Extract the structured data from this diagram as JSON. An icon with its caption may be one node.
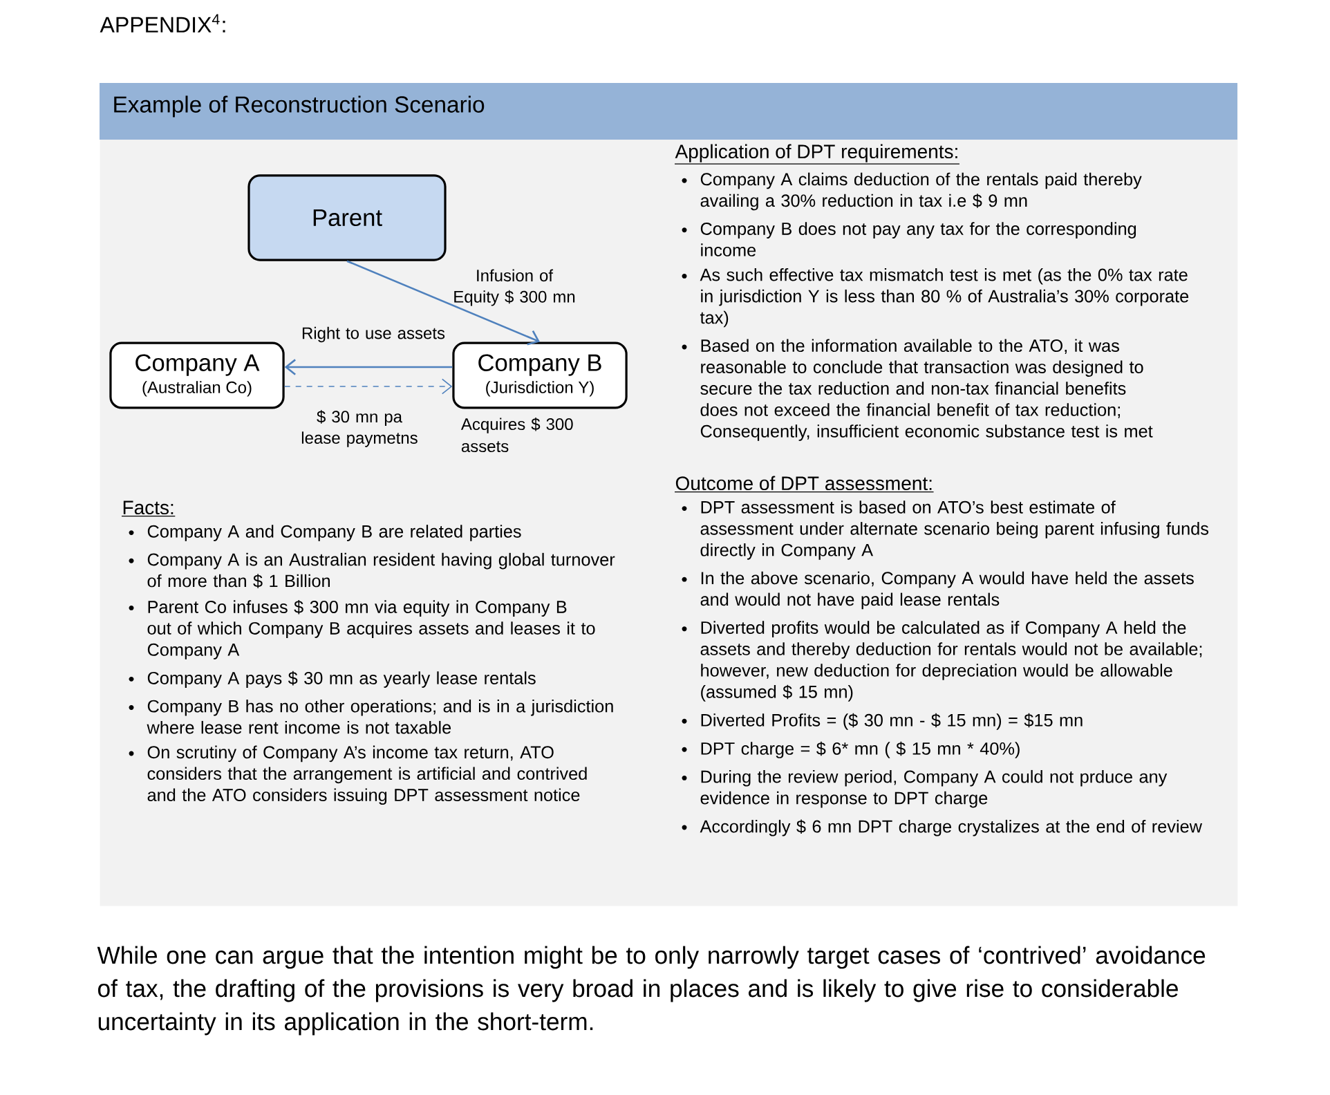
{
  "diagram": {
    "title": "APPENDIX$^{4}$:",
    "caption": "While one can argue that the intention might be to only narrowly target cases of ‘contrived’ avoidance of tax, the drafting of the provisions is very broad in places and is likely to give rise to considerable uncertainty in its application in the short-term.",
    "nodes": [
      {
        "text": [
          "Example of Reconstruction Scenario"
        ]
      },
      {
        "text": [
          "Parent"
        ],
        "in": 0
      },
      {
        "text": [
          "Company A",
          "(Australian Co)"
        ],
        "in": 0
      },
      {
        "text": [
          "Company B",
          "(Jurisdiction Y)"
        ],
        "in": 0,
        "beside": [
          "Acquires $ 300 assets"
        ]
      }
    ],
    "edges": [
      {
        "from": 1,
        "to": 3,
        "arrow": "to",
        "label": "Infusion of Equity $ 300 mn"
      },
      {
        "from": 3,
        "to": 2,
        "arrow": "to",
        "label": "Right to use assets"
      },
      {
        "from": 2,
        "to": 3,
        "arrow": "to",
        "label": "$ 30 mn pa lease paymetns",
        "style": "dashed"
      }
    ],
    "labels": [
      "Facts:",
      "Company A and Company B are related parties",
      "Company A is an Australian resident having global turnover of more than $ 1 Billion",
      "Parent Co infuses $ 300 mn via equity in Company B out of which Company B acquires assets and leases it to Company A",
      "Company A pays $ 30 mn as yearly lease rentals",
      "Company B has no other operations; and is in a jurisdiction where lease rent income is not taxable",
      "On scrutiny of Company A’s income tax return, ATO considers that the arrangement is artificial and contrived and the ATO considers issuing DPT assessment notice",
      "Application of DPT requirements:",
      "Company A claims deduction of the rentals paid thereby availing a 30% reduction in tax i.e $ 9 mn",
      "Company B  does not pay any tax for the corresponding income",
      "As such effective tax mismatch test is met (as the 0% tax rate in jurisdiction Y is less than 80 % of Australia’s 30% corporate tax)",
      "Based on the information available to the ATO, it was reasonable to conclude that transaction was designed to secure the tax reduction and non-tax financial benefits does not exceed the financial benefit of tax reduction; Consequently, insufficient economic substance test is met",
      "Outcome of DPT assessment:",
      "DPT assessment is based on ATO’s best estimate of assessment under alternate scenario being parent infusing funds directly in Company A",
      "In the above scenario, Company A would have held the assets and would not have paid lease rentals",
      "Diverted profits would be calculated as if Company A held the assets and thereby deduction for rentals  would not be available; however, new deduction for depreciation would be allowable (assumed $ 15 mn)",
      "Diverted Profits = ($ 30 mn - $ 15 mn) = $15 mn",
      "DPT charge = $ 6* mn ( $ 15 mn * 40%)",
      "During the review period, Company A could not prduce any evidence in response to DPT charge",
      "Accordingly $ 6 mn DPT charge crystalizes at the end of review"
    ]
  }
}
